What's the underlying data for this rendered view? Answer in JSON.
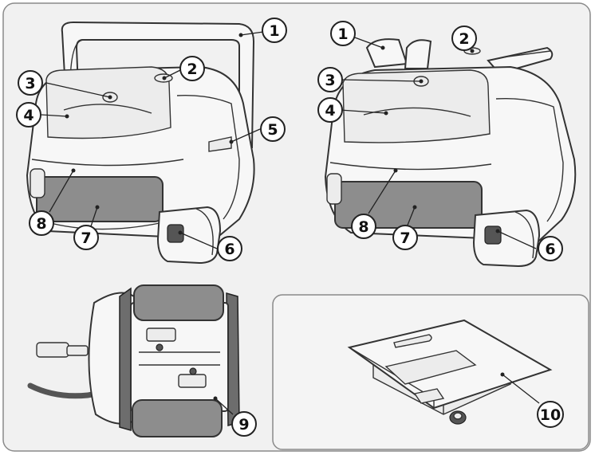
{
  "callouts": {
    "front_handle": [
      {
        "num": "1"
      },
      {
        "num": "2"
      },
      {
        "num": "3"
      },
      {
        "num": "4"
      },
      {
        "num": "5"
      },
      {
        "num": "6"
      },
      {
        "num": "7"
      },
      {
        "num": "8"
      }
    ],
    "front_nohandle": [
      {
        "num": "1"
      },
      {
        "num": "2"
      },
      {
        "num": "3"
      },
      {
        "num": "4"
      },
      {
        "num": "6"
      },
      {
        "num": "7"
      },
      {
        "num": "8"
      }
    ],
    "bottom_view": [
      {
        "num": "9"
      }
    ],
    "power_supply": [
      {
        "num": "10"
      }
    ]
  }
}
